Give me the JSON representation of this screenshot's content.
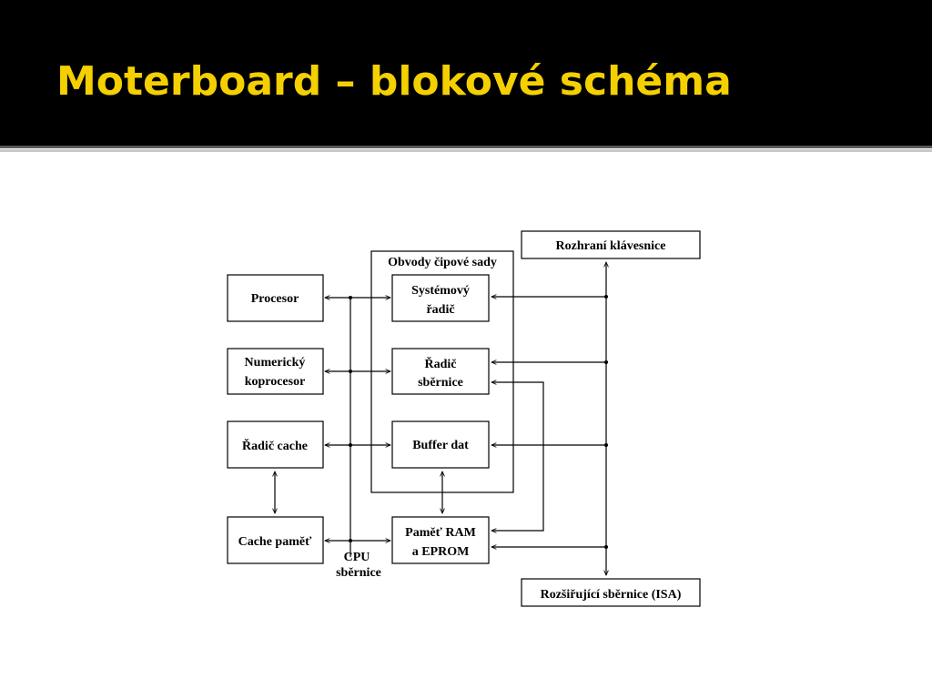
{
  "slide": {
    "title": "Moterboard – blokové schéma",
    "title_color": "#f5d000",
    "background": "#ffffff",
    "header_background": "#000000"
  },
  "diagram": {
    "chipset_label": "Obvody čipové sady",
    "blocks": {
      "procesor": "Procesor",
      "numericky_1": "Numerický",
      "numericky_2": "koprocesor",
      "radic_cache": "Řadič cache",
      "cache_pamet": "Cache paměť",
      "systemovy_1": "Systémový",
      "systemovy_2": "řadič",
      "radic_sbernice_1": "Řadič",
      "radic_sbernice_2": "sběrnice",
      "buffer_dat": "Buffer dat",
      "ram_1": "Paměť RAM",
      "ram_2": "a EPROM",
      "keyboard": "Rozhraní klávesnice",
      "isa": "Rozšiřující sběrnice (ISA)"
    },
    "cpu_bus_1": "CPU",
    "cpu_bus_2": "sběrnice"
  }
}
